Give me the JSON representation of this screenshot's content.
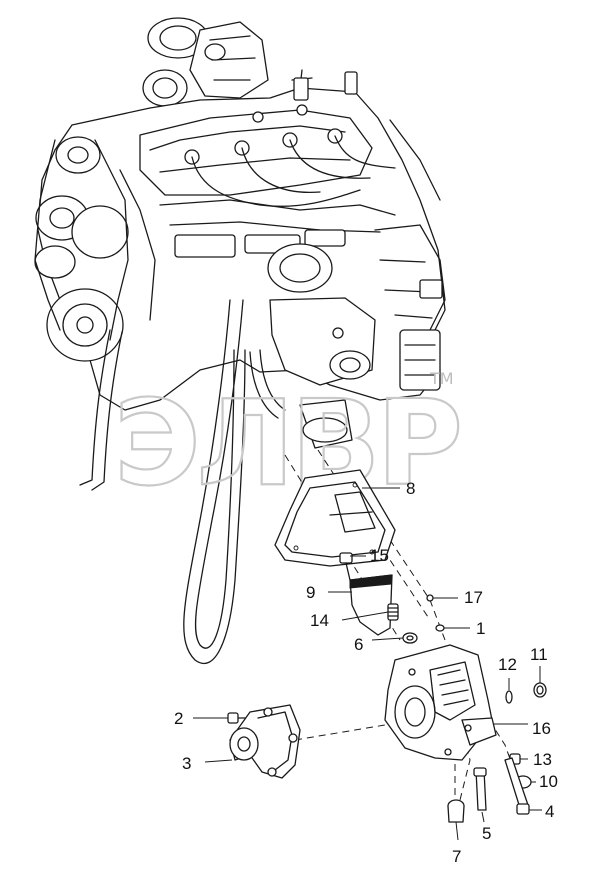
{
  "watermark": {
    "text": "ЭЛВР",
    "trademark": "TM",
    "color": "#c9c9c9"
  },
  "callouts": [
    {
      "id": "c1",
      "label": "1"
    },
    {
      "id": "c2",
      "label": "2"
    },
    {
      "id": "c3",
      "label": "3"
    },
    {
      "id": "c4",
      "label": "4"
    },
    {
      "id": "c5",
      "label": "5"
    },
    {
      "id": "c6",
      "label": "6"
    },
    {
      "id": "c7",
      "label": "7"
    },
    {
      "id": "c8",
      "label": "8"
    },
    {
      "id": "c9",
      "label": "9"
    },
    {
      "id": "c10",
      "label": "10"
    },
    {
      "id": "c11",
      "label": "11"
    },
    {
      "id": "c12",
      "label": "12"
    },
    {
      "id": "c13",
      "label": "13"
    },
    {
      "id": "c14",
      "label": "14"
    },
    {
      "id": "c15",
      "label": "15"
    },
    {
      "id": "c16",
      "label": "16"
    },
    {
      "id": "c17",
      "label": "17"
    }
  ],
  "colors": {
    "line": "#1a1a1a",
    "background": "#ffffff"
  }
}
